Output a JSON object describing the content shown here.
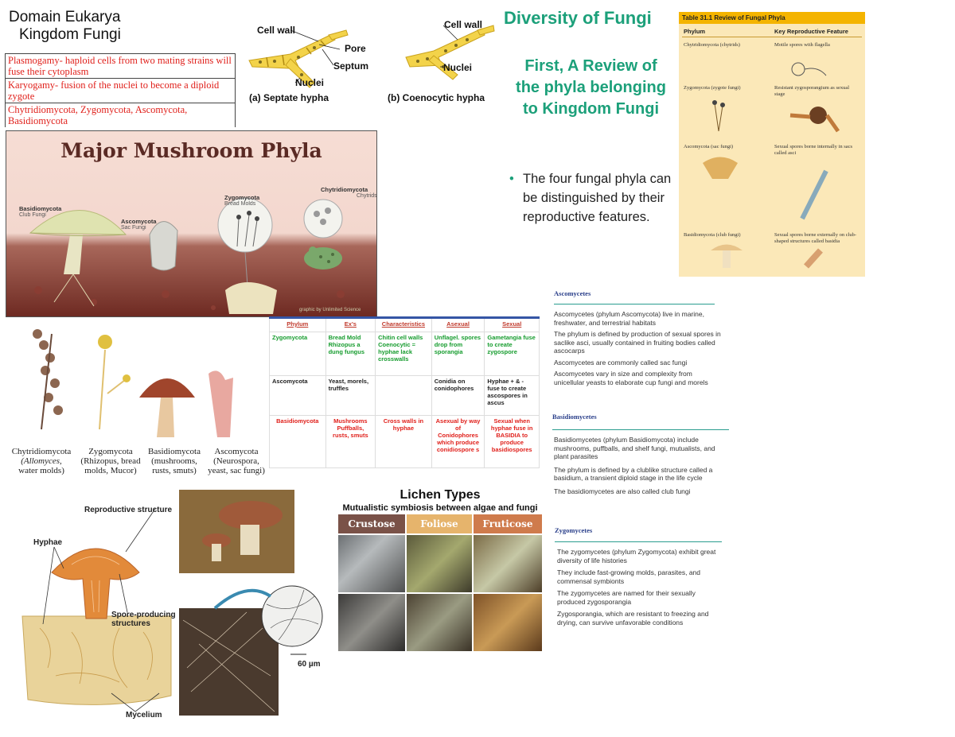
{
  "header": {
    "line1": "Domain Eukarya",
    "line2": "Kingdom Fungi"
  },
  "definitions": [
    "Plasmogamy- haploid cells from two mating strains will fuse their cytoplasm",
    "Karyogamy- fusion of the nuclei to become a diploid zygote",
    "Chytridiomycota, Zygomycota, Ascomycota, Basidiomycota"
  ],
  "hyphae_figure": {
    "septate": {
      "cell_wall": "Cell wall",
      "pore": "Pore",
      "septum": "Septum",
      "nuclei": "Nuclei",
      "caption": "(a) Septate hypha"
    },
    "coenocytic": {
      "cell_wall": "Cell wall",
      "nuclei": "Nuclei",
      "caption": "(b) Coenocytic hypha"
    }
  },
  "poster": {
    "title": "Major Mushroom Phyla",
    "basidio": "Basidiomycota",
    "basidio_sub": "Club Fungi",
    "asco": "Ascomycota",
    "asco_sub": "Sac Fungi",
    "zygo": "Zygomycota",
    "zygo_sub": "Bread Molds",
    "chytrid": "Chytridiomycota",
    "chytrid_sub": "Chytrids",
    "credit": "graphic by Unlimited Science"
  },
  "diversity": {
    "title": "Diversity of Fungi",
    "review": "First, A Review of the phyla belonging to Kingdom Fungi",
    "bullet_mark": "•",
    "bullet": "The four fungal phyla can be distinguished by their reproductive features."
  },
  "table311": {
    "caption": "Table 31.1  Review of Fungal Phyla",
    "col1": "Phylum",
    "col2": "Key Reproductive Feature",
    "rows": [
      {
        "phylum": "Chytridiomycota (chytrids)",
        "feature": "Motile spores with flagella"
      },
      {
        "phylum": "Zygomycota (zygote fungi)",
        "feature": "Resistant zygosporangium as sexual stage"
      },
      {
        "phylum": "Ascomycota (sac fungi)",
        "feature": "Sexual spores borne internally in sacs called asci"
      },
      {
        "phylum": "Basidiomycota (club fungi)",
        "feature": "Sexual spores borne externally on club-shaped structures called basidia"
      }
    ]
  },
  "phylum_table": {
    "headers": [
      "Phylum",
      "Ex's",
      "Characteristics",
      "Asexual",
      "Sexual"
    ],
    "rows": [
      [
        "Zygomycota",
        "Bread Mold Rhizopus a dung fungus",
        "Chitin cell walls Coenocytic = hyphae lack crosswalls",
        "Unflagel. spores drop from sporangia",
        "Gametangia fuse to create zygospore"
      ],
      [
        "Ascomycota",
        "Yeast, morels, truffles",
        "",
        "Conidia on conidophores",
        "Hyphae + & - fuse to create ascospores in ascus"
      ],
      [
        "Basidiomycota",
        "Mushrooms Puffballs, rusts, smuts",
        "Cross walls in hyphae",
        "Asexual by way of Conidophores which produce conidiospore s",
        "Sexual when hyphae fuse in BASIDIA to produce basidiospores"
      ]
    ]
  },
  "plates": {
    "chytrid": [
      "Chytridiomycota",
      "(Allomyces,",
      "water molds)"
    ],
    "zygo": [
      "Zygomycota",
      "(Rhizopus, bread",
      "molds, Mucor)"
    ],
    "basidio": [
      "Basidiomycota",
      "(mushrooms,",
      "rusts, smuts)"
    ],
    "asco": [
      "Ascomycota",
      "(Neurospora,",
      "yeast, sac fungi)"
    ]
  },
  "ascomycetes": {
    "heading": "Ascomycetes",
    "items": [
      "Ascomycetes (phylum Ascomycota) live in marine, freshwater, and terrestrial habitats",
      "The phylum is defined by production of sexual spores in saclike asci, usually contained in fruiting bodies called ascocarps",
      "Ascomycetes are commonly called sac fungi",
      "Ascomycetes vary in size and complexity from unicellular yeasts to elaborate cup fungi and morels"
    ]
  },
  "basidiomycetes": {
    "heading": "Basidiomycetes",
    "items": [
      "Basidiomycetes (phylum Basidiomycota) include mushrooms, puffballs, and shelf fungi, mutualists, and plant parasites",
      "The phylum is defined by a clublike structure called a basidium, a transient diploid stage in the life cycle",
      "The basidiomycetes are also called club fungi"
    ]
  },
  "zygomycetes": {
    "heading": "Zygomycetes",
    "items": [
      "The zygomycetes (phylum Zygomycota) exhibit great diversity of life histories",
      "They include fast-growing molds, parasites, and commensal symbionts",
      "The zygomycetes are named for their sexually produced zygosporangia",
      "Zygosporangia, which are resistant to freezing and drying, can survive unfavorable conditions"
    ]
  },
  "lichen": {
    "title": "Lichen Types",
    "subtitle": "Mutualistic symbiosis between algae and fungi",
    "types": [
      "Crustose",
      "Foliose",
      "Fruticose"
    ]
  },
  "mushroom_diagram": {
    "repro": "Reproductive structure",
    "hyphae": "Hyphae",
    "spore": "Spore-producing structures",
    "mycelium": "Mycelium",
    "scale": "60 µm"
  }
}
